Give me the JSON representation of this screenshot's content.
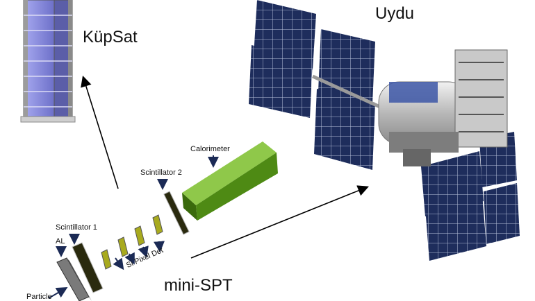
{
  "labels": {
    "cubesat": "KüpSat",
    "satellite": "Uydu",
    "mini_spt": "mini-SPT",
    "calorimeter": "Calorimeter",
    "scintillator_2": "Scintillator 2",
    "scintillator_1": "Scintillator 1",
    "al": "AL",
    "si_pixel_det": "Si Pixel Det",
    "particle": "Particle"
  },
  "icons": {
    "cubesat": "cubesat-illustration",
    "satellite": "satellite-illustration",
    "arrow": "arrow"
  },
  "colors": {
    "solar_panel": "#1e2d5c",
    "solar_grid": "#b9c3dc",
    "cubesat_cell": "#8b8fe6",
    "calorimeter": "#5f9e1c",
    "si_plate": "#a8aa1e",
    "scintillator": "#2a2a0e",
    "al_plate": "#7a7a7a",
    "label_arrow": "#1b2a55"
  }
}
